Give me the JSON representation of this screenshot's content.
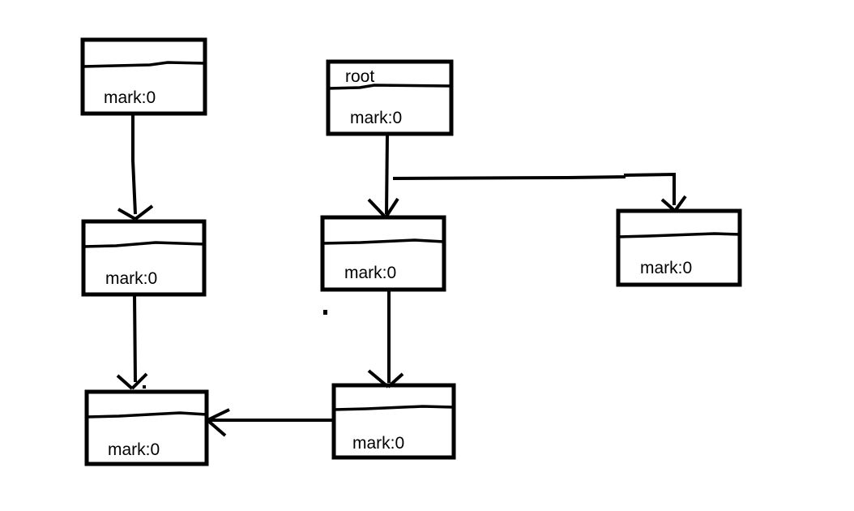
{
  "diagram": {
    "background_color": "#ffffff",
    "stroke_color": "#000000",
    "text_color": "#000000",
    "nodes": [
      {
        "id": "top-left",
        "title": "",
        "mark": "mark:0"
      },
      {
        "id": "root",
        "title": "root",
        "mark": "mark:0"
      },
      {
        "id": "mid-left",
        "title": "",
        "mark": "mark:0"
      },
      {
        "id": "mid-center",
        "title": "",
        "mark": "mark:0"
      },
      {
        "id": "right",
        "title": "",
        "mark": "mark:0"
      },
      {
        "id": "bottom-left",
        "title": "",
        "mark": "mark:0"
      },
      {
        "id": "bottom-center",
        "title": "",
        "mark": "mark:0"
      }
    ],
    "edges": [
      {
        "from": "top-left",
        "to": "mid-left"
      },
      {
        "from": "root",
        "to": "mid-center"
      },
      {
        "from": "root",
        "to": "right"
      },
      {
        "from": "mid-left",
        "to": "bottom-left"
      },
      {
        "from": "mid-center",
        "to": "bottom-center"
      },
      {
        "from": "bottom-center",
        "to": "bottom-left"
      }
    ]
  }
}
